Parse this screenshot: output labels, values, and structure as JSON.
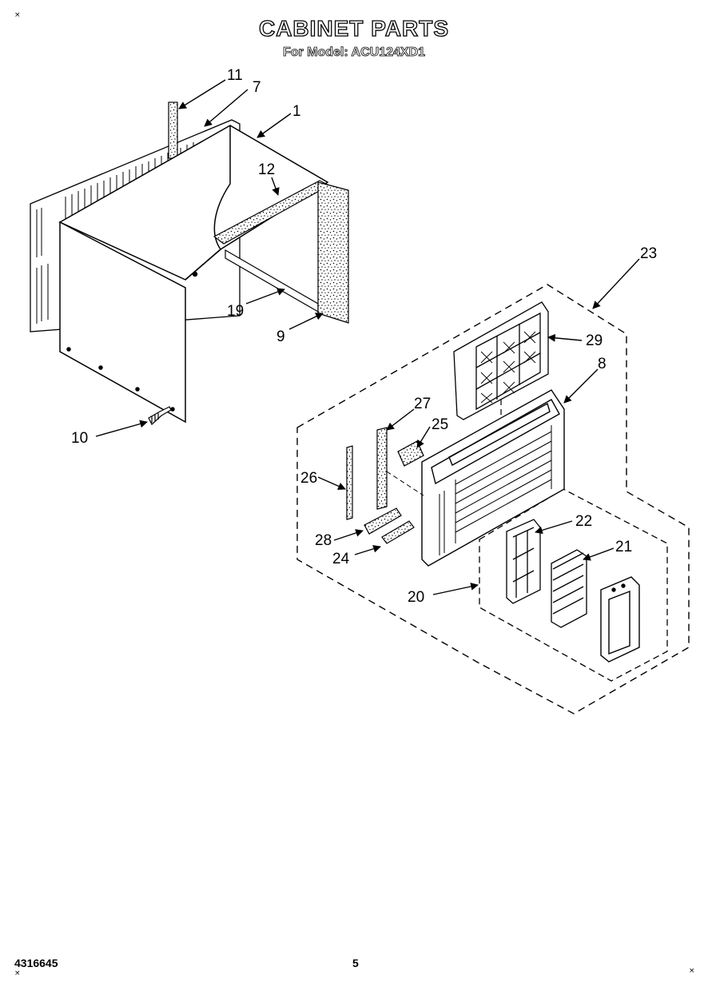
{
  "header": {
    "title": "CABINET PARTS",
    "subtitle": "For Model: ACU124XD1"
  },
  "corner_marks": [
    "×",
    "×",
    "×"
  ],
  "footer": {
    "part_number": "4316645",
    "page": "5"
  },
  "callouts": [
    "11",
    "7",
    "1",
    "12",
    "19",
    "9",
    "10",
    "23",
    "29",
    "8",
    "27",
    "25",
    "26",
    "22",
    "21",
    "28",
    "24",
    "20"
  ]
}
